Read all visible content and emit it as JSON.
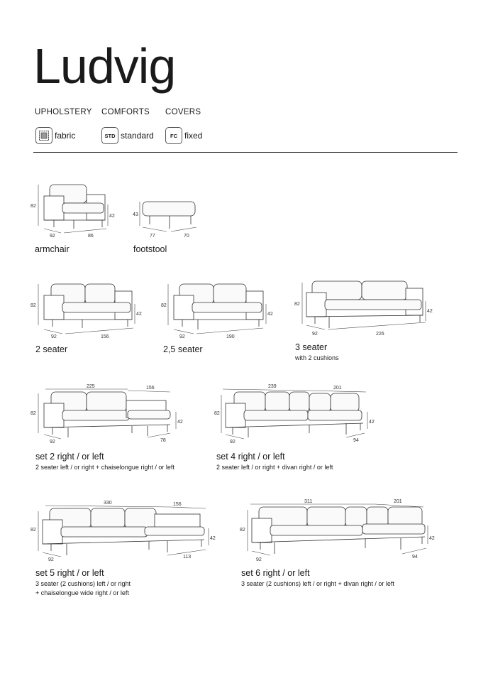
{
  "title": "Ludvig",
  "headers": {
    "upholstery": "UPHOLSTERY",
    "comforts": "COMFORTS",
    "covers": "COVERS"
  },
  "options": {
    "upholstery": {
      "label": "fabric",
      "icon": "fabric-icon"
    },
    "comforts": {
      "label": "standard",
      "badge": "STD"
    },
    "covers": {
      "label": "fixed",
      "badge": "FC"
    }
  },
  "items": {
    "armchair": {
      "name": "armchair",
      "dims": {
        "h": "82",
        "d": "92",
        "w": "86",
        "s": "42"
      }
    },
    "footstool": {
      "name": "footstool",
      "dims": {
        "h": "43",
        "d": "77",
        "w": "70"
      }
    },
    "two": {
      "name": "2 seater",
      "dims": {
        "h": "82",
        "d": "92",
        "w": "156",
        "s": "42"
      }
    },
    "twohalf": {
      "name": "2,5 seater",
      "dims": {
        "h": "82",
        "d": "92",
        "w": "190",
        "s": "42"
      }
    },
    "three": {
      "name": "3 seater",
      "sub": "with 2 cushions",
      "dims": {
        "h": "82",
        "d": "92",
        "w": "226",
        "s": "42"
      }
    },
    "set2": {
      "name": "set 2 right / or left",
      "sub": "2 seater left / or right + chaiselongue right / or left",
      "dims": {
        "h": "82",
        "d": "92",
        "w1": "225",
        "w2": "156",
        "s": "42",
        "cd": "78"
      }
    },
    "set4": {
      "name": "set 4 right / or left",
      "sub": "2 seater left / or right + divan right / or left",
      "dims": {
        "h": "82",
        "d": "92",
        "w1": "239",
        "w2": "201",
        "s": "42",
        "cd": "94"
      }
    },
    "set5": {
      "name": "set 5 right / or left",
      "sub1": "3 seater (2 cushions) left / or right",
      "sub2": "+ chaiselongue wide right / or left",
      "dims": {
        "h": "82",
        "d": "92",
        "w1": "330",
        "w2": "156",
        "s": "42",
        "cd": "113"
      }
    },
    "set6": {
      "name": "set 6 right / or left",
      "sub": "3 seater (2 cushions) left / or right + divan right / or left",
      "dims": {
        "h": "82",
        "d": "92",
        "w1": "311",
        "w2": "201",
        "s": "42",
        "cd": "94"
      }
    }
  }
}
